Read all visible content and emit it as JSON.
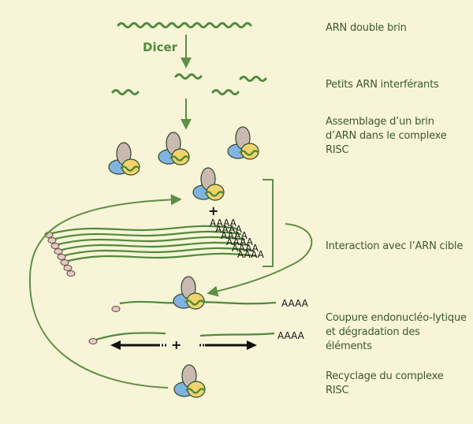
{
  "steps": [
    {
      "label": "ARN double brin"
    },
    {
      "label": "Petits ARN interférants"
    },
    {
      "label": "Assemblage d’un brin d’ARN dans le complexe RISC"
    },
    {
      "label": "Interaction avec l’ARN cible"
    },
    {
      "label": "Coupure endonucléo-lytique et dégradation des éléments"
    },
    {
      "label": "Recyclage du complexe RISC"
    }
  ],
  "enzyme_label": "Dicer",
  "polya_tail": "AAAA",
  "plus_sign": "+",
  "colors": {
    "background": "#f7f4d8",
    "rna_strand": "#4f8b3a",
    "arrow": "#5e8f45",
    "risc_grey": "#c9b9b0",
    "risc_blue": "#7fb3e0",
    "risc_yellow": "#f2d36b",
    "cap_pink": "#e2c9c4",
    "text": "#3b5a2c"
  },
  "icons": [
    "risc-complex-icon",
    "degradation-arrow-icon",
    "rna-cap-icon"
  ]
}
